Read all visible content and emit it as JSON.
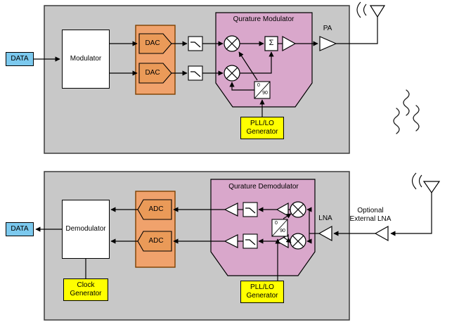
{
  "colors": {
    "panel_gray": "#c8c8c8",
    "data_blue": "#7cc9ee",
    "converter_orange": "#f0a26c",
    "converter_shape_orange": "#ea9a58",
    "quad_pink": "#d9a7cb",
    "gen_yellow": "#ffff00",
    "block_white": "#ffffff"
  },
  "transmitter": {
    "data_label": "DATA",
    "modulator_label": "Modulator",
    "dac1_label": "DAC",
    "dac2_label": "DAC",
    "quad_modulator_title": "Qurature Modulator",
    "sigma_label": "Σ",
    "phase_0": "0",
    "phase_90": "90",
    "pa_label": "PA",
    "pll_label": "PLL/LO\nGenerator"
  },
  "receiver": {
    "quad_demodulator_title": "Qurature Demodulator",
    "adc1_label": "ADC",
    "adc2_label": "ADC",
    "demodulator_label": "Demodulator",
    "data_label": "DATA",
    "clock_label": "Clock\nGenerator",
    "pll_label": "PLL/LO\nGenerator",
    "lna_label": "LNA",
    "optional_lna_label": "Optional\nExternal LNA",
    "phase_0": "0",
    "phase_90": "90"
  }
}
